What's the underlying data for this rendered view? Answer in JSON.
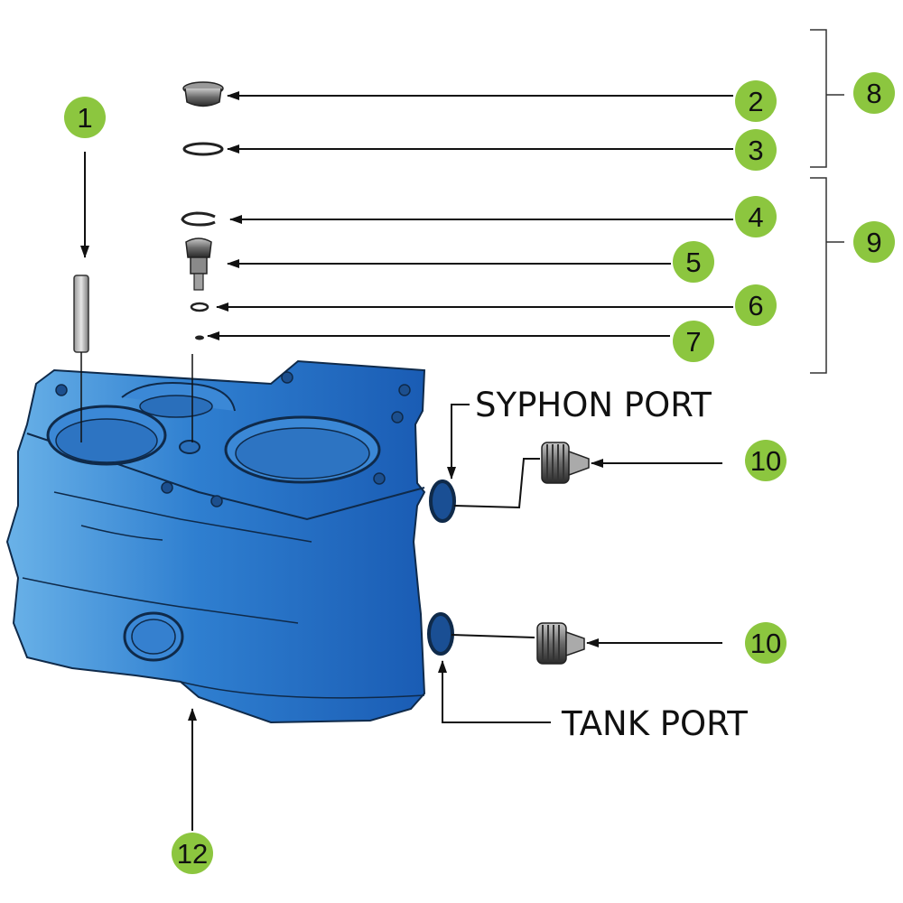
{
  "diagram": {
    "callouts": [
      {
        "id": "c1",
        "label": "1"
      },
      {
        "id": "c2",
        "label": "2"
      },
      {
        "id": "c3",
        "label": "3"
      },
      {
        "id": "c4",
        "label": "4"
      },
      {
        "id": "c5",
        "label": "5"
      },
      {
        "id": "c6",
        "label": "6"
      },
      {
        "id": "c7",
        "label": "7"
      },
      {
        "id": "c8",
        "label": "8"
      },
      {
        "id": "c9",
        "label": "9"
      },
      {
        "id": "c10a",
        "label": "10"
      },
      {
        "id": "c10b",
        "label": "10"
      },
      {
        "id": "c12",
        "label": "12"
      }
    ],
    "port_labels": {
      "syphon": "SYPHON PORT",
      "tank": "TANK PORT"
    },
    "colors": {
      "callout_fill": "#8cc63f",
      "body_light": "#5aa6e0",
      "body_dark": "#1f63b8",
      "outline": "#0f2a4a",
      "arrow": "#111111"
    }
  }
}
